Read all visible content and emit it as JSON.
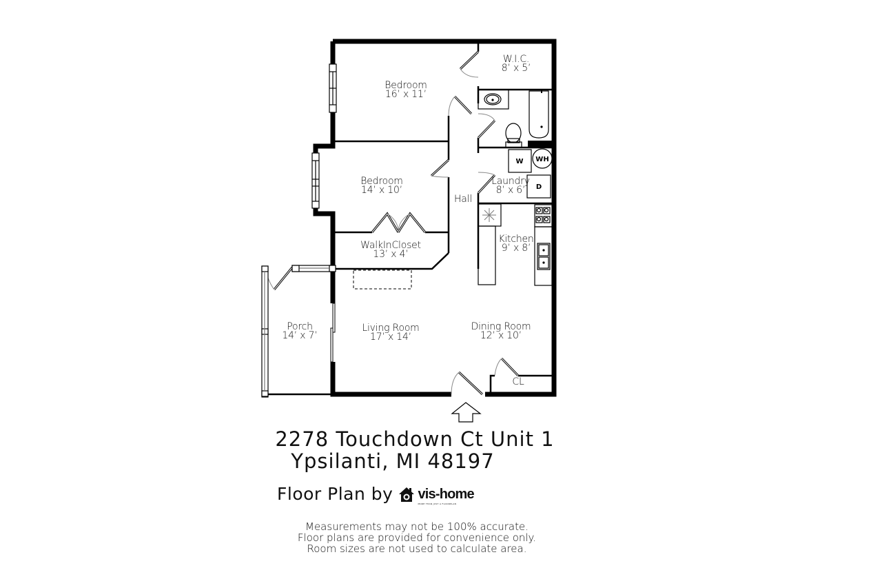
{
  "floor_plan": {
    "rooms": [
      {
        "id": "bedroom-1",
        "name": "Bedroom",
        "size": "16’ x 11’"
      },
      {
        "id": "wic",
        "name": "W.I.C.",
        "size": "8’ x 5’"
      },
      {
        "id": "bedroom-2",
        "name": "Bedroom",
        "size": "14’ x 10’"
      },
      {
        "id": "laundry",
        "name": "Laundry",
        "size": "8’ x 6’"
      },
      {
        "id": "hall",
        "name": "Hall",
        "size": ""
      },
      {
        "id": "walk-in-closet",
        "name": "WalkInCloset",
        "size": "13’ x 4’"
      },
      {
        "id": "kitchen",
        "name": "Kitchen",
        "size": "9’ x 8’"
      },
      {
        "id": "porch",
        "name": "Porch",
        "size": "14’ x 7’"
      },
      {
        "id": "living-room",
        "name": "Living Room",
        "size": "17’ x 14’"
      },
      {
        "id": "dining-room",
        "name": "Dining Room",
        "size": "12’ x 10’"
      },
      {
        "id": "closet",
        "name": "CL",
        "size": ""
      }
    ],
    "appliances": {
      "washer": "W",
      "water_heater": "WH",
      "dryer": "D"
    }
  },
  "address": {
    "line1": "2278 Touchdown Ct Unit 1",
    "line2": "Ypsilanti, MI 48197"
  },
  "credit": {
    "prefix": "Floor Plan by",
    "brand": "vis-home",
    "tagline": "MORE THAN JUST A FLOORPLAN"
  },
  "disclaimer": {
    "line1": "Measurements may not be 100% accurate.",
    "line2": "Floor plans are provided for convenience only.",
    "line3": "Room sizes are not used to calculate area."
  },
  "colors": {
    "wall": "#000000",
    "background": "#ffffff",
    "door_arc": "#888888"
  }
}
